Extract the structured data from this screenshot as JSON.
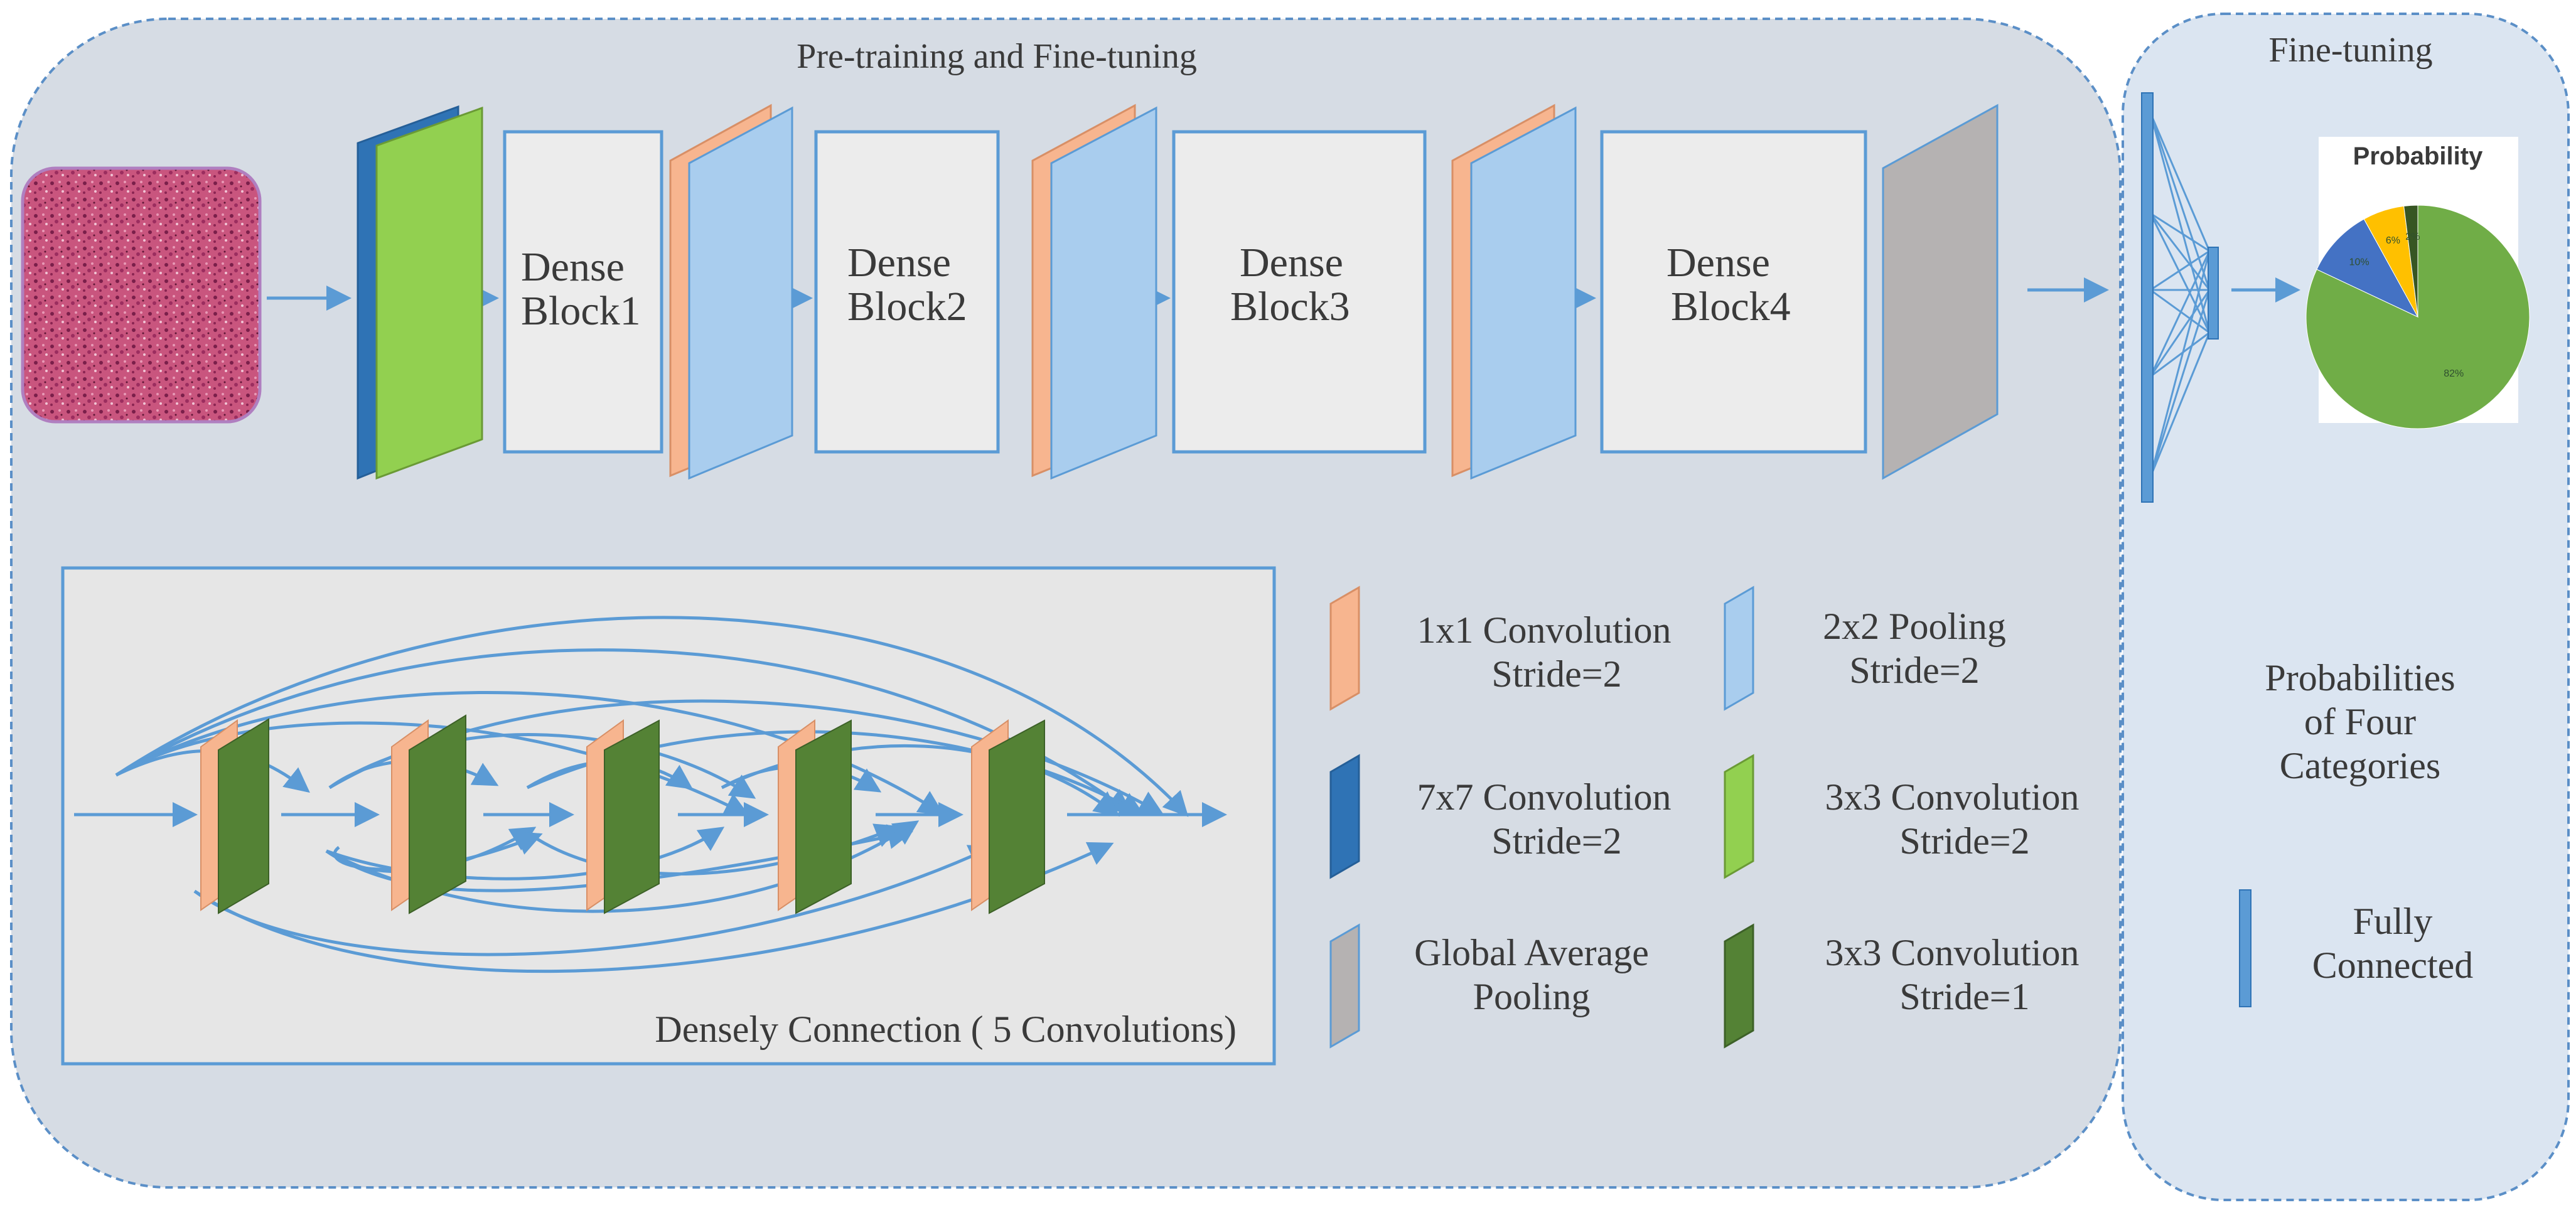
{
  "panels": {
    "main_title": "Pre-training and Fine-tuning",
    "right_title": "Fine-tuning"
  },
  "blocks": [
    {
      "line1": "Dense",
      "line2": "Block1"
    },
    {
      "line1": "Dense",
      "line2": "Block2"
    },
    {
      "line1": "Dense",
      "line2": "Block3"
    },
    {
      "line1": "Dense",
      "line2": "Block4"
    }
  ],
  "dense_connection": {
    "caption": "Densely Connection ( 5 Convolutions)"
  },
  "legend": [
    {
      "key": "conv1x1",
      "line1": "1x1 Convolution",
      "line2": "Stride=2",
      "color": "#f7b58f"
    },
    {
      "key": "pool2x2",
      "line1": "2x2 Pooling",
      "line2": "Stride=2",
      "color": "#a9cdee"
    },
    {
      "key": "conv7x7",
      "line1": "7x7 Convolution",
      "line2": "Stride=2",
      "color": "#2f73b5"
    },
    {
      "key": "conv3x3s2",
      "line1": "3x3 Convolution",
      "line2": "Stride=2",
      "color": "#92d050"
    },
    {
      "key": "gap",
      "line1": "Global Average",
      "line2": "Pooling",
      "color": "#b5b2b2"
    },
    {
      "key": "conv3x3s1",
      "line1": "3x3 Convolution",
      "line2": "Stride=1",
      "color": "#548235"
    }
  ],
  "right_panel": {
    "probabilities": [
      "Probabilities",
      "of Four",
      "Categories"
    ],
    "fully_connected": [
      "Fully",
      "Connected"
    ]
  },
  "chart_data": {
    "type": "pie",
    "title": "Probability",
    "values": [
      82,
      10,
      6,
      2
    ],
    "labels": [
      "82%",
      "10%",
      "6%",
      "2%"
    ],
    "colors": [
      "#70ad47",
      "#4472c4",
      "#ffc000",
      "#375623"
    ]
  },
  "colors": {
    "panel_fill": "#d6dce4",
    "panel_right_fill": "#dbe5f1",
    "panel_border": "#5b8fc7",
    "arrow": "#5b9bd5",
    "block_fill": "#ececec",
    "inset_fill": "#e6e6e6",
    "tissue": "#c9557e"
  }
}
